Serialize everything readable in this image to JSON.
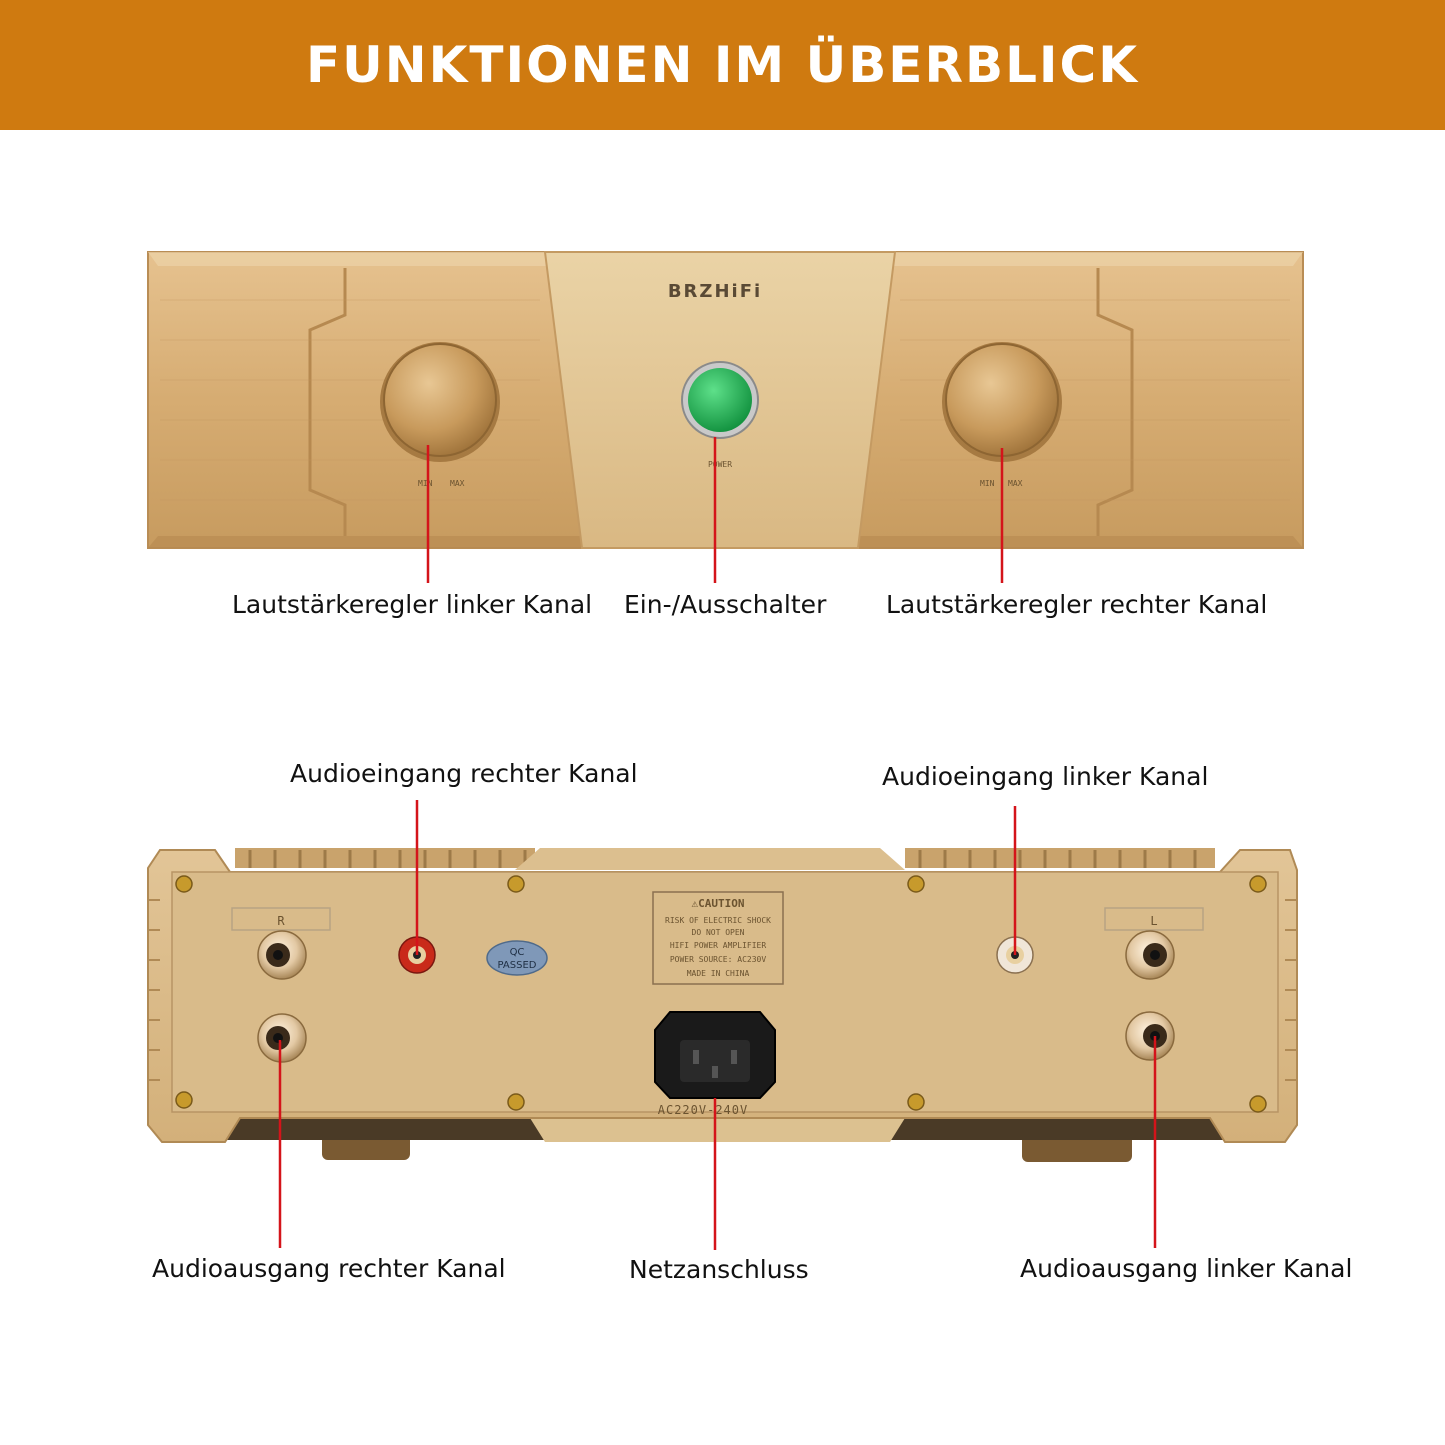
{
  "header": {
    "title": "FUNKTIONEN IM ÜBERBLICK"
  },
  "front_panel": {
    "brand": "BRZHiFi",
    "power_label": "POWER",
    "knob_scale_min": "MIN",
    "knob_scale_max": "MAX"
  },
  "back_panel": {
    "caution_title": "⚠CAUTION",
    "caution_lines": [
      "RISK OF ELECTRIC SHOCK",
      "DO NOT OPEN",
      "HIFI POWER AMPLIFIER",
      "POWER SOURCE: AC230V",
      "MADE IN CHINA"
    ],
    "qc_badge": [
      "QC",
      "PASSED"
    ],
    "right_channel_mark": "R",
    "left_channel_mark": "L",
    "power_rating": "AC220V-240V"
  },
  "callouts": {
    "volume_left": "Lautstärkeregler linker Kanal",
    "power_switch": "Ein-/Ausschalter",
    "volume_right": "Lautstärkeregler rechter Kanal",
    "audio_in_right": "Audioeingang rechter Kanal",
    "audio_in_left": "Audioeingang linker Kanal",
    "audio_out_right": "Audioausgang rechter Kanal",
    "mains": "Netzanschluss",
    "audio_out_left": "Audioausgang linker Kanal"
  },
  "colors": {
    "banner": "#cf7a10",
    "leader_line": "#d4141a",
    "gold": "#d8b27a"
  }
}
